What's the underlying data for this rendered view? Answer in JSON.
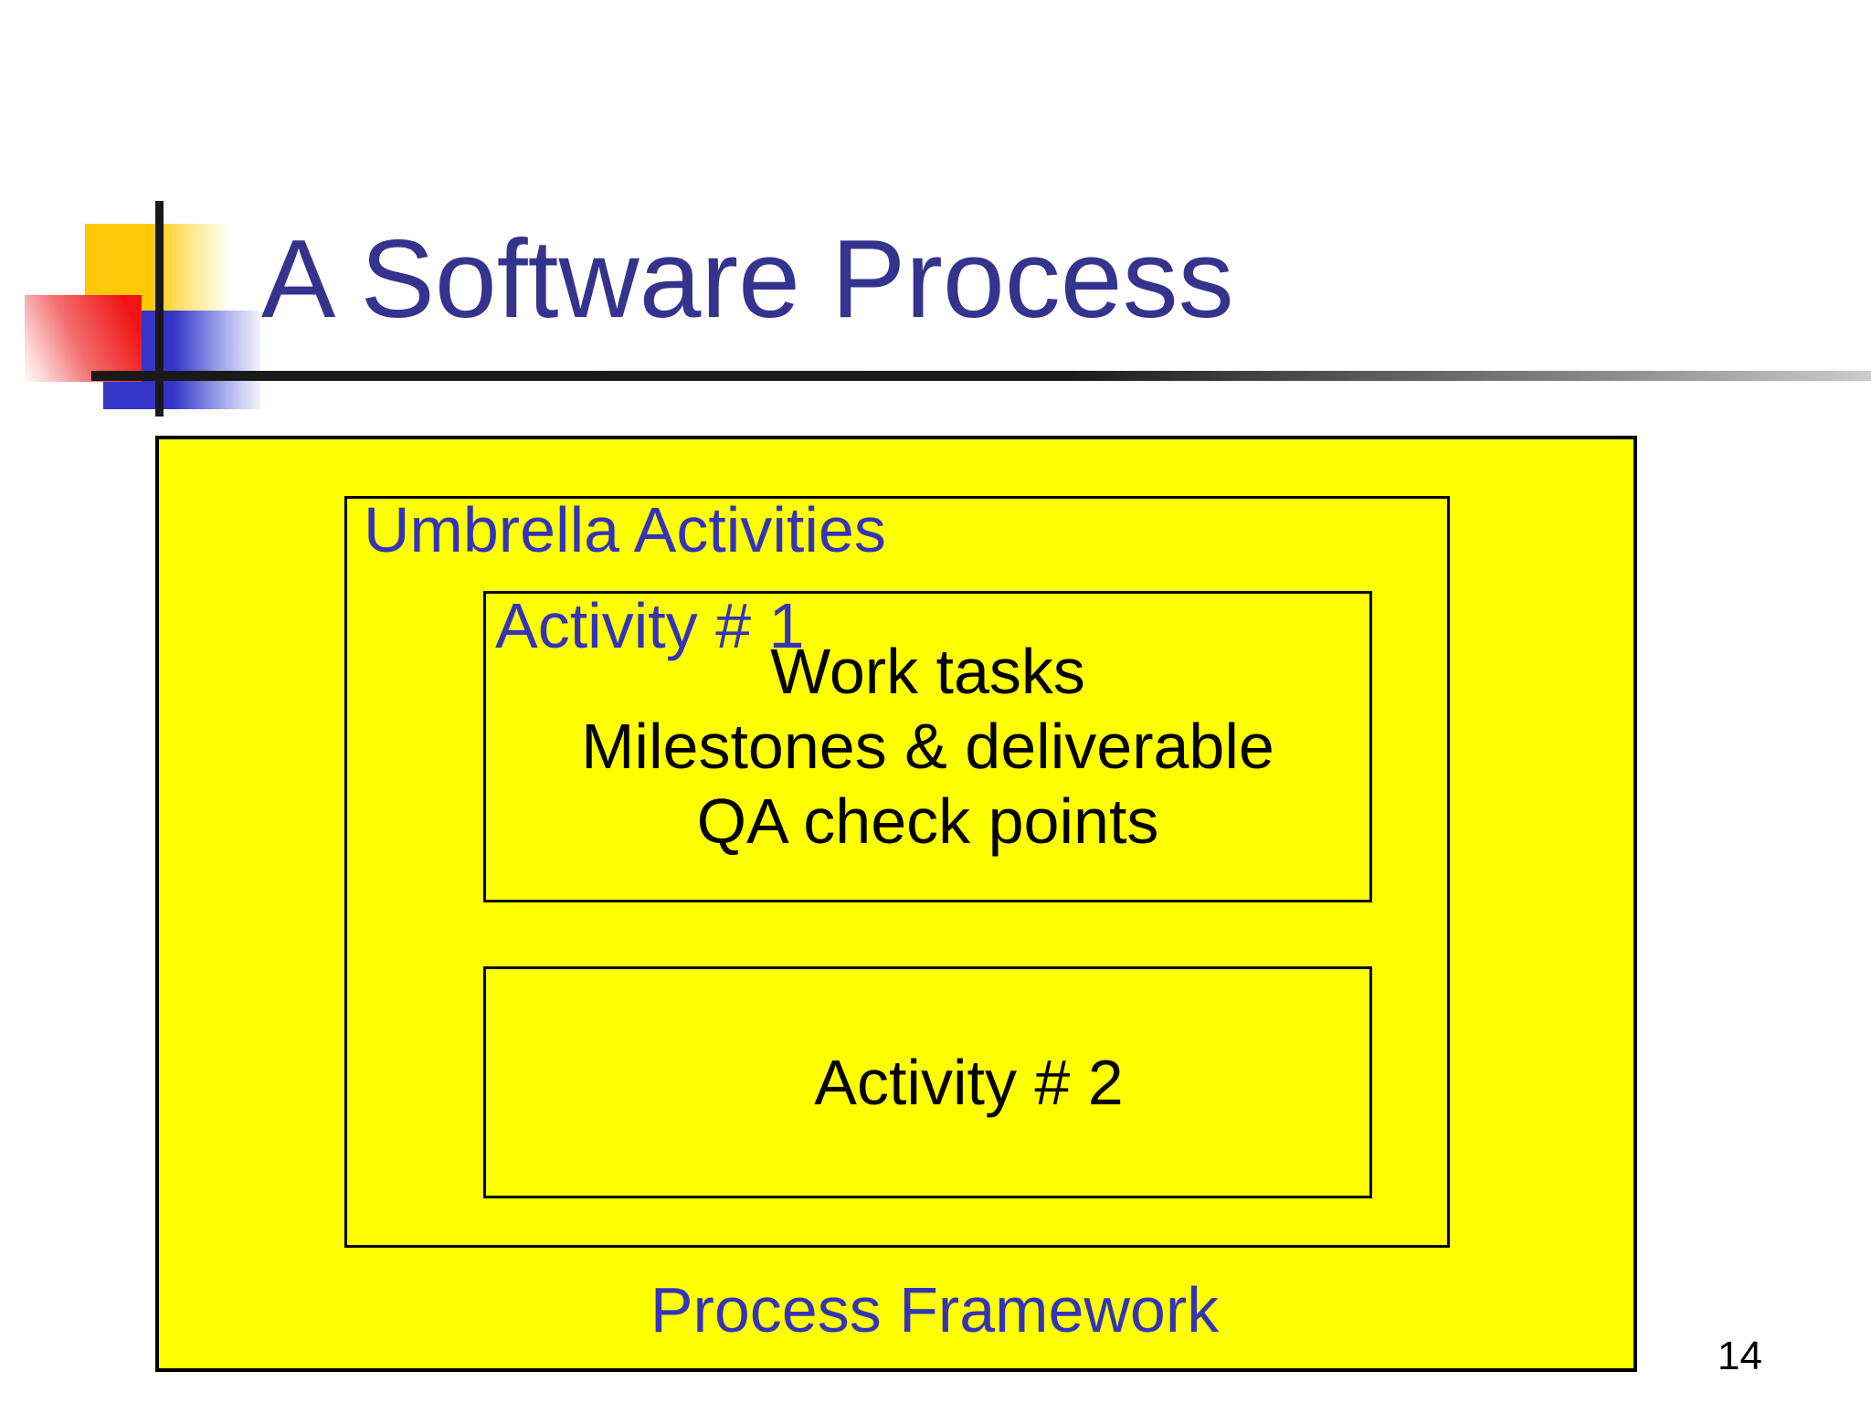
{
  "slide": {
    "title": "A Software Process",
    "page_number": "14"
  },
  "diagram": {
    "outer_label": "Process Framework",
    "umbrella_label": "Umbrella Activities",
    "activity1": {
      "label": "Activity # 1",
      "lines": [
        "Work tasks",
        "Milestones & deliverable",
        "QA check points"
      ]
    },
    "activity2": {
      "label": "Activity # 2"
    }
  },
  "colors": {
    "title_blue": "#34348e",
    "label_blue": "#3434b8",
    "box_fill_yellow": "#ffff00",
    "border_black": "#000000",
    "deco_yellow": "#ffc808",
    "deco_red": "#f01414",
    "deco_blue": "#3535c8",
    "rule_dark": "#191919"
  }
}
